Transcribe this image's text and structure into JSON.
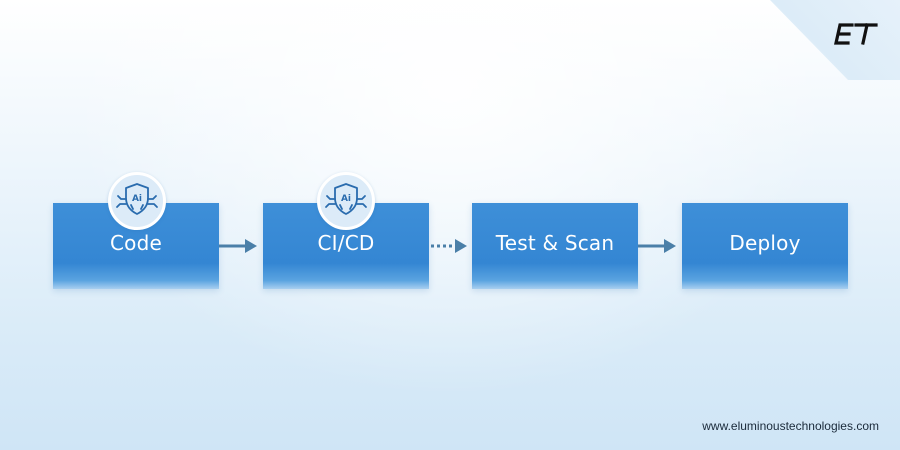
{
  "brand": {
    "logo_icon": "et-logo-icon",
    "website": "www.eluminoustechnologies.com"
  },
  "flow": {
    "steps": [
      {
        "label": "Code",
        "badge": "ai-shield-icon"
      },
      {
        "label": "CI/CD",
        "badge": "ai-shield-icon"
      },
      {
        "label": "Test & Scan",
        "badge": null
      },
      {
        "label": "Deploy",
        "badge": null
      }
    ],
    "connector_icon": "arrow-right-icon"
  },
  "colors": {
    "box": "#3486d3",
    "arrow": "#4a7fa8",
    "badge_icon": "#2a6cae",
    "logo": "#111111"
  }
}
